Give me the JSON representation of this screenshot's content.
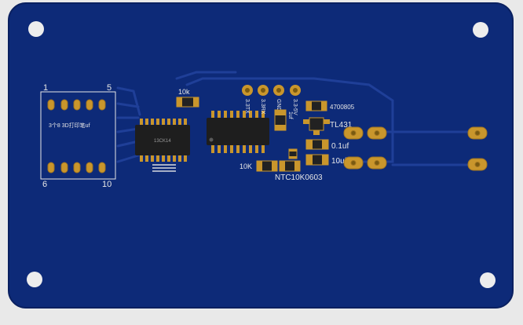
{
  "board": {
    "colors": {
      "background": "#e9e9e9",
      "soldermask": "#0d2a78",
      "edge": "#0a2060",
      "trace": "#1f3f98",
      "pad": "#c9962c",
      "silkscreen": "#e6e6e6"
    }
  },
  "connector": {
    "pin1_label": "1",
    "pin5_label": "5",
    "pin6_label": "6",
    "pin10_label": "10",
    "silk_text": "3个8 3D打印笔uf"
  },
  "chips": {
    "u1_marking": "13CK14",
    "u2_marking": ""
  },
  "labels": {
    "r_10k_top": "10k",
    "pin_3v3tx": "3.3TX",
    "pin_3v3rx": "3.3RX",
    "pin_gnd": "GND",
    "pin_vcc": "3.3-5V",
    "r_4700805": "4700805",
    "u_tl431": "TL431",
    "c_0_1uf": "0.1uf",
    "c_10uf": "10uf",
    "r_10k_bottom": "10K",
    "ntc": "NTC10K0603",
    "cap_1uf": "1uf"
  }
}
